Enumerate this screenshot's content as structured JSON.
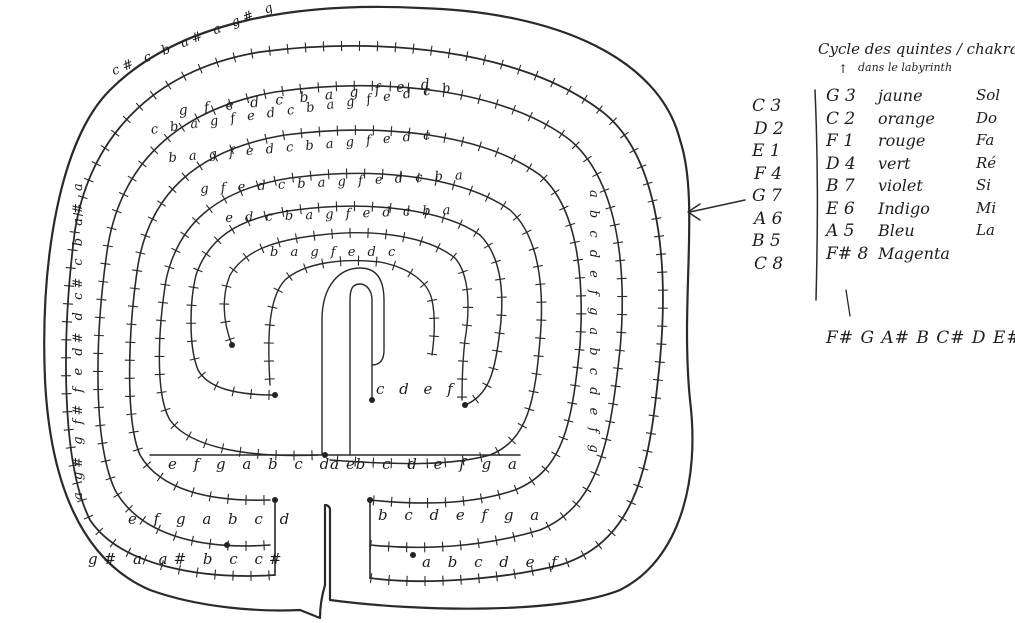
{
  "diagram": {
    "title": "Cycle des quintes / chakra",
    "subtitle": "dans le labyrinth",
    "subtitle_arrow": "↑",
    "left_column": [
      "C 3",
      "D 2",
      "E 1",
      "F 4",
      "G 7",
      "A 6",
      "B 5",
      "C 8"
    ],
    "table_rows": [
      {
        "note": "G 3",
        "color": "jaune",
        "solfege": "Sol"
      },
      {
        "note": "C 2",
        "color": "orange",
        "solfege": "Do"
      },
      {
        "note": "F 1",
        "color": "rouge",
        "solfege": "Fa"
      },
      {
        "note": "D 4",
        "color": "vert",
        "solfege": "Ré"
      },
      {
        "note": "B 7",
        "color": "violet",
        "solfege": "Si"
      },
      {
        "note": "E 6",
        "color": "Indigo",
        "solfege": "Mi"
      },
      {
        "note": "A 5",
        "color": "Bleu",
        "solfege": "La"
      },
      {
        "note": "F# 8",
        "color": "Magenta",
        "solfege": ""
      }
    ],
    "bottom_sequence": "F# G A# B C# D E# F",
    "arrow_glyph": "←",
    "maze_letters": {
      "bottom_left_inner": "e f g a b c d",
      "bottom_left_outer": "g# a a# b c c#",
      "bottom_mid_left": "e f g a b c d e",
      "bottom_mid_right": "a b c d e f g a",
      "bottom_right_inner": "b c d e f g a",
      "bottom_right_outer": "a b c d e f",
      "center_bottom": "c d e f",
      "top_arc_1": "c# c b a# a g# g",
      "top_arc_2": "g f e d c b a g f e d",
      "top_arc_3": "c b a g f e d c b a g f e d c b",
      "top_arc_4": "b a g f e d c b a g f e d c",
      "top_arc_5": "g f e d c b a g f e d c b a",
      "top_arc_6": "e d c b a g f e d c b a",
      "top_arc_7": "b a g f e d c",
      "left_side": "a g# g f# f e d# d c# c b a# a",
      "right_side": "a b c d e f g a b c d e f g"
    }
  }
}
